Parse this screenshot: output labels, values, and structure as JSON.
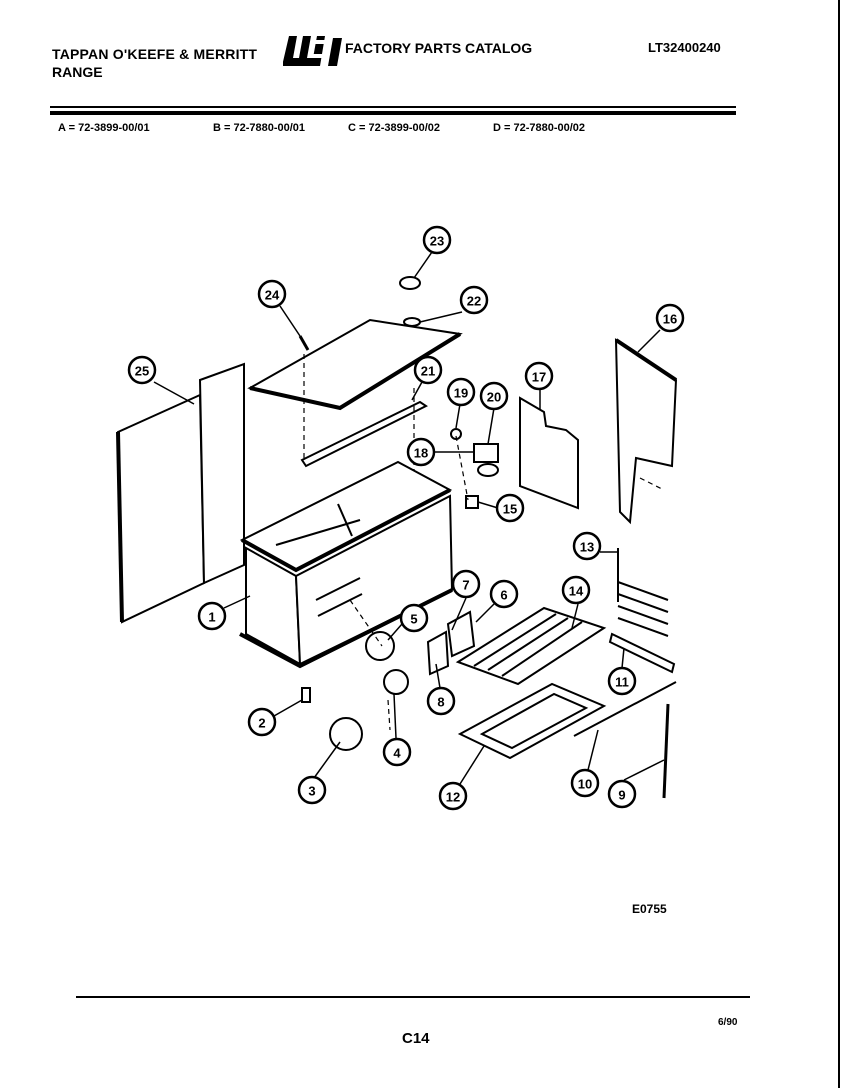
{
  "header": {
    "brand": "TAPPAN O'KEEFE & MERRITT",
    "product": "RANGE",
    "logo_text": "WCI",
    "catalog_title": "FACTORY PARTS CATALOG",
    "model_number": "LT32400240"
  },
  "variants": [
    {
      "label": "A = 72-3899-00/01"
    },
    {
      "label": "B = 72-7880-00/01"
    },
    {
      "label": "C = 72-3899-00/02"
    },
    {
      "label": "D = 72-7880-00/02"
    }
  ],
  "diagram": {
    "callouts": [
      "1",
      "2",
      "3",
      "4",
      "5",
      "6",
      "7",
      "8",
      "9",
      "10",
      "11",
      "12",
      "13",
      "14",
      "15",
      "16",
      "17",
      "18",
      "19",
      "20",
      "21",
      "22",
      "23",
      "24",
      "25"
    ]
  },
  "footer": {
    "drawing_code": "E0755",
    "page": "C14",
    "date": "6/90"
  }
}
